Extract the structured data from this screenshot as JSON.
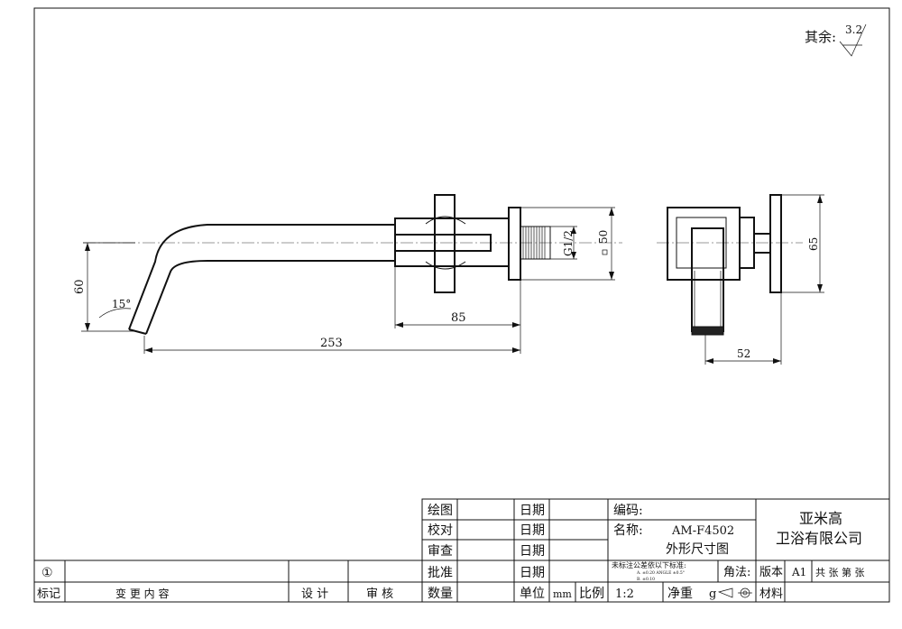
{
  "roughness": {
    "label": "其余:",
    "value": "3.2"
  },
  "dimensions": {
    "height_60": "60",
    "angle_15": "15°",
    "length_253": "253",
    "length_85": "85",
    "thread_g12": "G1/2",
    "square_50": "50",
    "height_65": "65",
    "width_52": "52"
  },
  "title_block": {
    "draw": "绘图",
    "check": "校对",
    "review": "审查",
    "approve": "批准",
    "date": "日期",
    "quantity": "数量",
    "unit": "单位",
    "unit_value": "mm",
    "scale": "比例",
    "scale_value": "1:2",
    "net_weight": "净重",
    "weight_unit": "g",
    "code_label": "编码:",
    "name_label": "名称:",
    "name_value": "AM-F4502",
    "drawing_title": "外形尺寸图",
    "tolerance_title": "未标注公差依以下标准:",
    "tolerance_line1": "A.      ±0.20   ANGLE   ±0.5°",
    "tolerance_line2": "B.      ±0.10",
    "angle_method": "角法:",
    "version": "版本",
    "version_value": "A1",
    "sheets": "共  张 第  张",
    "material": "材料",
    "company_line1": "亚米高",
    "company_line2": "卫浴有限公司"
  },
  "revision_block": {
    "rev_marker": "①",
    "mark": "标记",
    "change_content": "变  更  内  容",
    "design": "设  计",
    "audit": "审  核"
  }
}
